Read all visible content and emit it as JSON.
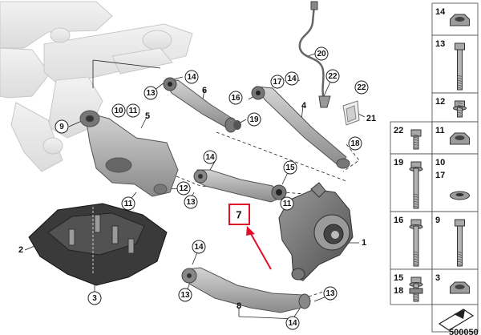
{
  "diagram": {
    "callouts": {
      "c13a": "13",
      "c14a": "14",
      "c6": "6",
      "c17": "17",
      "c14b": "14",
      "c16a": "16",
      "c4": "4",
      "c20": "20",
      "c22a": "22",
      "c22b": "22",
      "c21": "21",
      "c10": "10",
      "c11a": "11",
      "c9": "9",
      "c5": "5",
      "c19": "19",
      "c14c": "14",
      "c7": "7",
      "c15a": "15",
      "c18a": "18",
      "c11b": "11",
      "c12": "12",
      "c13b": "13",
      "c11c": "11",
      "c2": "2",
      "c3": "3",
      "c1": "1",
      "c14d": "14",
      "c13c": "13",
      "c8": "8",
      "c14e": "14",
      "c13d": "13"
    },
    "side_panel": {
      "cells": [
        {
          "top": "14",
          "bottom": ""
        },
        {
          "top": "13",
          "bottom": ""
        },
        {
          "top": "12",
          "bottom": ""
        },
        {
          "top": "22",
          "bottom": ""
        },
        {
          "top": "11",
          "bottom": ""
        },
        {
          "top": "19",
          "bottom": ""
        },
        {
          "top": "10",
          "bottom": "17"
        },
        {
          "top": "16",
          "bottom": ""
        },
        {
          "top": "9",
          "bottom": ""
        },
        {
          "top": "15",
          "bottom": "18"
        },
        {
          "top": "3",
          "bottom": ""
        }
      ],
      "footer_code": "500050"
    },
    "highlight_color": "#e0102a"
  }
}
